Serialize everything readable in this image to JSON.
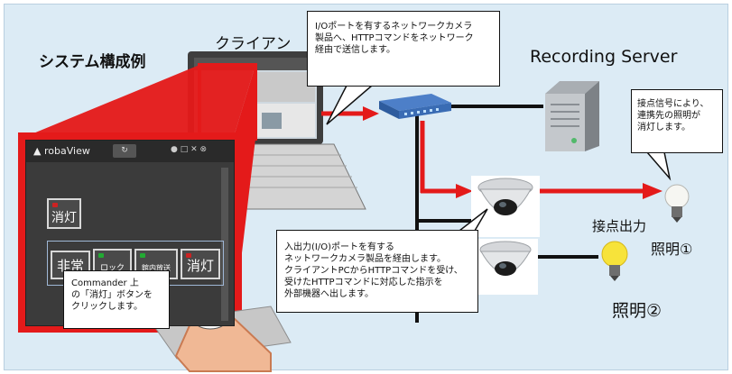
{
  "title": "システム構成例",
  "labels": {
    "client": "クライアン",
    "server": "Recording Server",
    "contact_output": "接点出力",
    "light1": "照明①",
    "light2": "照明②"
  },
  "callouts": {
    "top": [
      "I/Oポートを有するネットワークカメラ",
      "製品へ、HTTPコマンドをネットワーク",
      "経由で送信します。"
    ],
    "right": [
      "接点信号により、",
      "連携先の照明が",
      "消灯します。"
    ],
    "middle": [
      "入出力(I/O)ポートを有する",
      "ネットワークカメラ製品を経由します。",
      "クライアントPCからHTTPコマンドを受け、",
      "受けたHTTPコマンドに対応した指示を",
      "外部機器へ出します。"
    ],
    "left": [
      "Commander 上",
      "の「消灯」ボタンを",
      "クリックします。"
    ]
  },
  "app": {
    "logo": "robaView",
    "off_button": "消灯",
    "bank": [
      {
        "label": "非常",
        "dot": "#cc2222"
      },
      {
        "label": "ロック",
        "dot": "#22aa33"
      },
      {
        "label": "館内放送",
        "dot": "#22aa33"
      },
      {
        "label": "消灯",
        "dot": "#cc2222"
      }
    ]
  },
  "colors": {
    "arrow": "#e41a1a",
    "line": "#111111",
    "panel": "#dcebf5",
    "bulb_on": "#f7e33a"
  }
}
